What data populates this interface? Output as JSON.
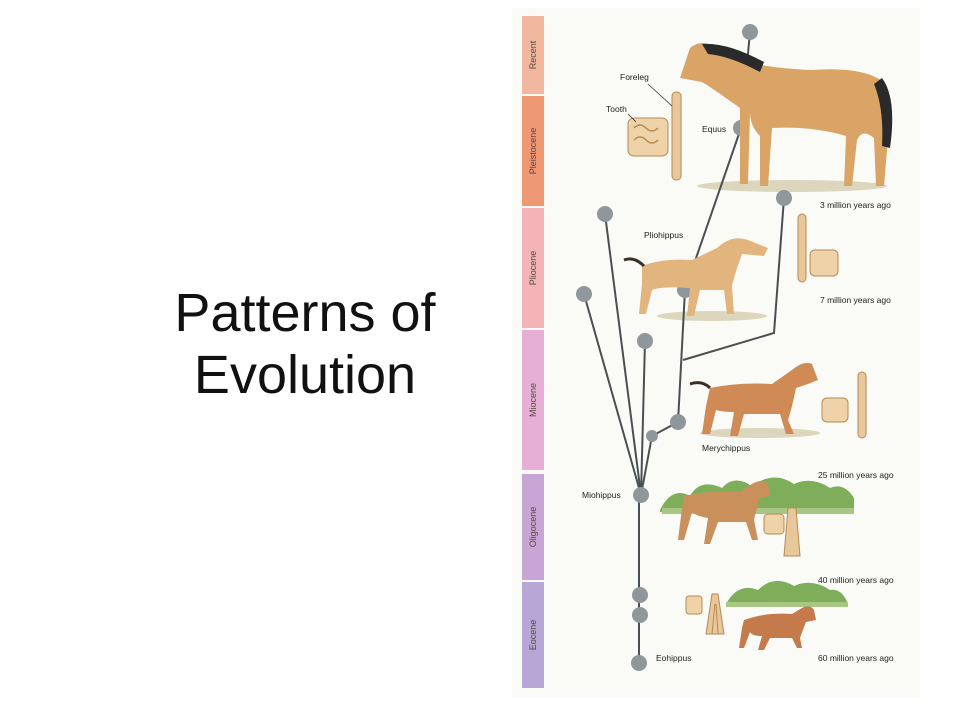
{
  "slide": {
    "title_line1": "Patterns of",
    "title_line2": "Evolution"
  },
  "epochs": [
    "Recent",
    "Pleistocene",
    "Pliocene",
    "Miocene",
    "Oligocene",
    "Eocene"
  ],
  "epoch_colors": [
    "#f2b79f",
    "#ef9874",
    "#f4b3b6",
    "#e6b0d6",
    "#c7a6d5",
    "#b8a6d6"
  ],
  "labels": {
    "foreleg": "Foreleg",
    "tooth": "Tooth",
    "equus": "Equus",
    "pliohippus": "Pliohippus",
    "merychippus": "Merychippus",
    "miohippus": "Miohippus",
    "eohippus": "Eohippus"
  },
  "time_markers": {
    "m3": "3 million years ago",
    "m7": "7 million years ago",
    "m25": "25 million years ago",
    "m40": "40 million years ago",
    "m60": "60 million years ago"
  },
  "colors": {
    "node": "#8f979b",
    "line": "#4b4f52",
    "horse_tan": "#d9a466",
    "mane": "#2a2a2a",
    "grass": "#7fae5a"
  }
}
